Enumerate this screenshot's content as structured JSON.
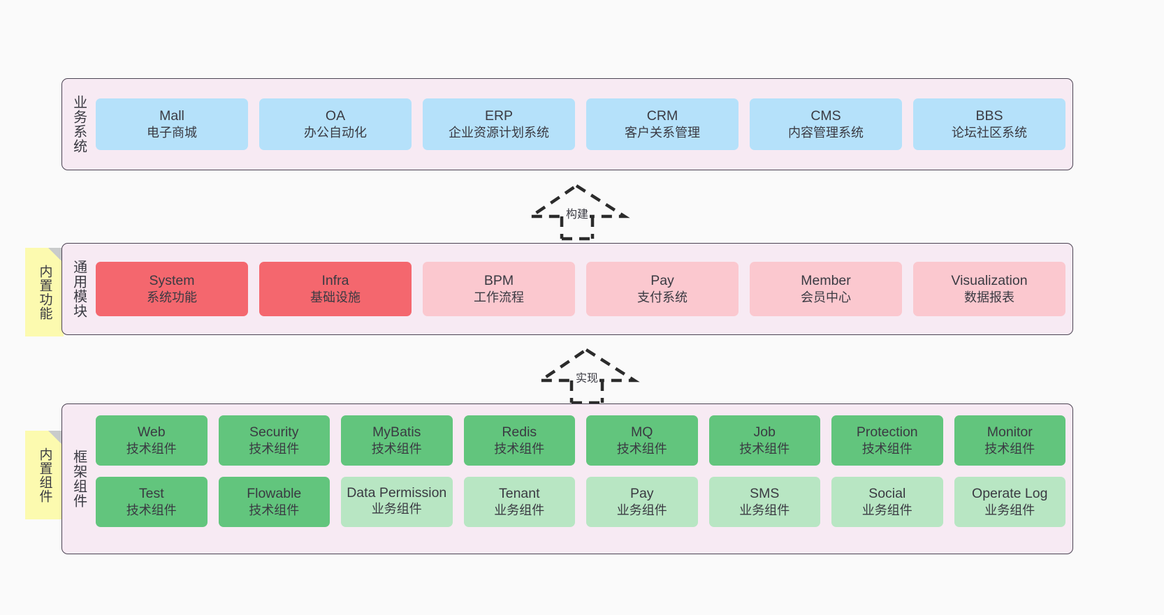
{
  "layers": [
    {
      "id": "business-systems",
      "label": "业务系统",
      "cards": [
        {
          "title": "Mall",
          "subtitle": "电子商城",
          "style": "c-blue"
        },
        {
          "title": "OA",
          "subtitle": "办公自动化",
          "style": "c-blue"
        },
        {
          "title": "ERP",
          "subtitle": "企业资源计划系统",
          "style": "c-blue"
        },
        {
          "title": "CRM",
          "subtitle": "客户关系管理",
          "style": "c-blue"
        },
        {
          "title": "CMS",
          "subtitle": "内容管理系统",
          "style": "c-blue"
        },
        {
          "title": "BBS",
          "subtitle": "论坛社区系统",
          "style": "c-blue"
        }
      ]
    },
    {
      "id": "common-modules",
      "label": "通用模块",
      "sticky": "内置功能",
      "cards": [
        {
          "title": "System",
          "subtitle": "系统功能",
          "style": "c-red"
        },
        {
          "title": "Infra",
          "subtitle": "基础设施",
          "style": "c-red"
        },
        {
          "title": "BPM",
          "subtitle": "工作流程",
          "style": "c-pink"
        },
        {
          "title": "Pay",
          "subtitle": "支付系统",
          "style": "c-pink"
        },
        {
          "title": "Member",
          "subtitle": "会员中心",
          "style": "c-pink"
        },
        {
          "title": "Visualization",
          "subtitle": "数据报表",
          "style": "c-pink"
        }
      ]
    },
    {
      "id": "framework-components",
      "label": "框架组件",
      "sticky": "内置组件",
      "row1": [
        {
          "title": "Web",
          "subtitle": "技术组件",
          "style": "c-green"
        },
        {
          "title": "Security",
          "subtitle": "技术组件",
          "style": "c-green"
        },
        {
          "title": "MyBatis",
          "subtitle": "技术组件",
          "style": "c-green"
        },
        {
          "title": "Redis",
          "subtitle": "技术组件",
          "style": "c-green"
        },
        {
          "title": "MQ",
          "subtitle": "技术组件",
          "style": "c-green"
        },
        {
          "title": "Job",
          "subtitle": "技术组件",
          "style": "c-green"
        },
        {
          "title": "Protection",
          "subtitle": "技术组件",
          "style": "c-green"
        },
        {
          "title": "Monitor",
          "subtitle": "技术组件",
          "style": "c-green"
        }
      ],
      "row2": [
        {
          "title": "Test",
          "subtitle": "技术组件",
          "style": "c-green"
        },
        {
          "title": "Flowable",
          "subtitle": "技术组件",
          "style": "c-green"
        },
        {
          "title": "Data Permission",
          "subtitle": "业务组件",
          "style": "c-lgreen"
        },
        {
          "title": "Tenant",
          "subtitle": "业务组件",
          "style": "c-lgreen"
        },
        {
          "title": "Pay",
          "subtitle": "业务组件",
          "style": "c-lgreen"
        },
        {
          "title": "SMS",
          "subtitle": "业务组件",
          "style": "c-lgreen"
        },
        {
          "title": "Social",
          "subtitle": "业务组件",
          "style": "c-lgreen"
        },
        {
          "title": "Operate Log",
          "subtitle": "业务组件",
          "style": "c-lgreen"
        }
      ]
    }
  ],
  "connectors": [
    {
      "id": "build",
      "label": "构建"
    },
    {
      "id": "implement",
      "label": "实现"
    }
  ],
  "colors": {
    "canvas": "#FAFAFA",
    "band_fill": "#F7EAF3",
    "band_border": "#4B4453",
    "blue": "#B5E1FA",
    "red": "#F4676E",
    "pink": "#FBC8CF",
    "green": "#62C57D",
    "light_green": "#B8E6C3",
    "sticky": "#FCFAAF",
    "sticky_fold": "#C9CBCB",
    "text": "#3A3A42"
  }
}
